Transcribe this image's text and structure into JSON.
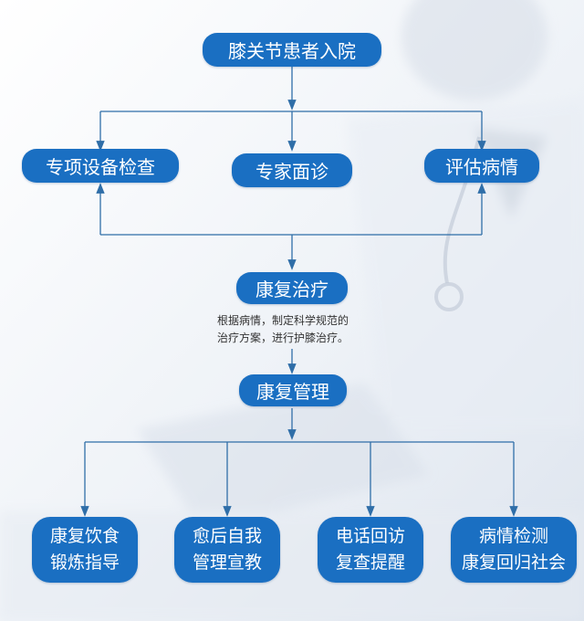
{
  "colors": {
    "node_fill": "#1a6fc2",
    "connector": "#2f6ea8",
    "text_on_node": "#ffffff",
    "note_text": "#333333"
  },
  "nodes": {
    "admission": "膝关节患者入院",
    "equipment_check": "专项设备检查",
    "expert_consult": "专家面诊",
    "assess_condition": "评估病情",
    "rehab_treatment": "康复治疗",
    "rehab_management": "康复管理"
  },
  "treatment_note": {
    "line1": "根据病情，制定科学规范的",
    "line2": "治疗方案，进行护膝治疗。"
  },
  "outcomes": [
    {
      "line1": "康复饮食",
      "line2": "锻炼指导"
    },
    {
      "line1": "愈后自我",
      "line2": "管理宣教"
    },
    {
      "line1": "电话回访",
      "line2": "复查提醒"
    },
    {
      "line1": "病情检测",
      "line2": "康复回归社会"
    }
  ]
}
